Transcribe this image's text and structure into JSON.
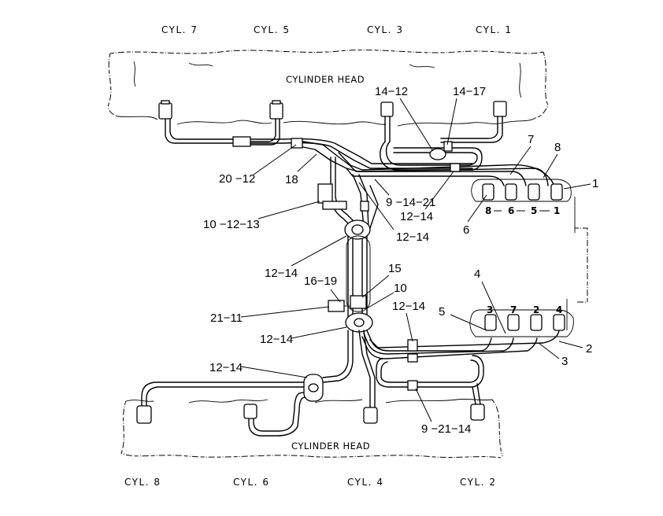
{
  "cylinders_top": [
    "CYL. 7",
    "CYL. 5",
    "CYL. 3",
    "CYL. 1"
  ],
  "cylinders_bottom": [
    "CYL. 8",
    "CYL. 6",
    "CYL. 4",
    "CYL. 2"
  ],
  "head_top": "CYLINDER HEAD",
  "head_bottom": "CYLINDER HEAD",
  "callouts": {
    "c_14_12": "14−12",
    "c_14_17": "14−17",
    "c_7": "7",
    "c_8": "8",
    "c_1": "1",
    "c_6": "6",
    "c_20_12": "20 −12",
    "c_18": "18",
    "c_9_14_21": "9 −14−21",
    "c_12_14_a": "12−14",
    "c_10_12_13": "10 −12−13",
    "c_12_14_b": "12−14",
    "c_12_14_c": "12−14",
    "c_15": "15",
    "c_16_19": "16−19",
    "c_10": "10",
    "c_21_11": "21−11",
    "c_12_14_d": "12−14",
    "c_12_14_e": "12−14",
    "c_12_14_f": "12−14",
    "c_4": "4",
    "c_5": "5",
    "c_2": "2",
    "c_3": "3",
    "c_9_21_14": "9 −21−14"
  },
  "ports_top": [
    "8",
    "6",
    "5",
    "1"
  ],
  "ports_bottom": [
    "3",
    "7",
    "2",
    "4"
  ]
}
